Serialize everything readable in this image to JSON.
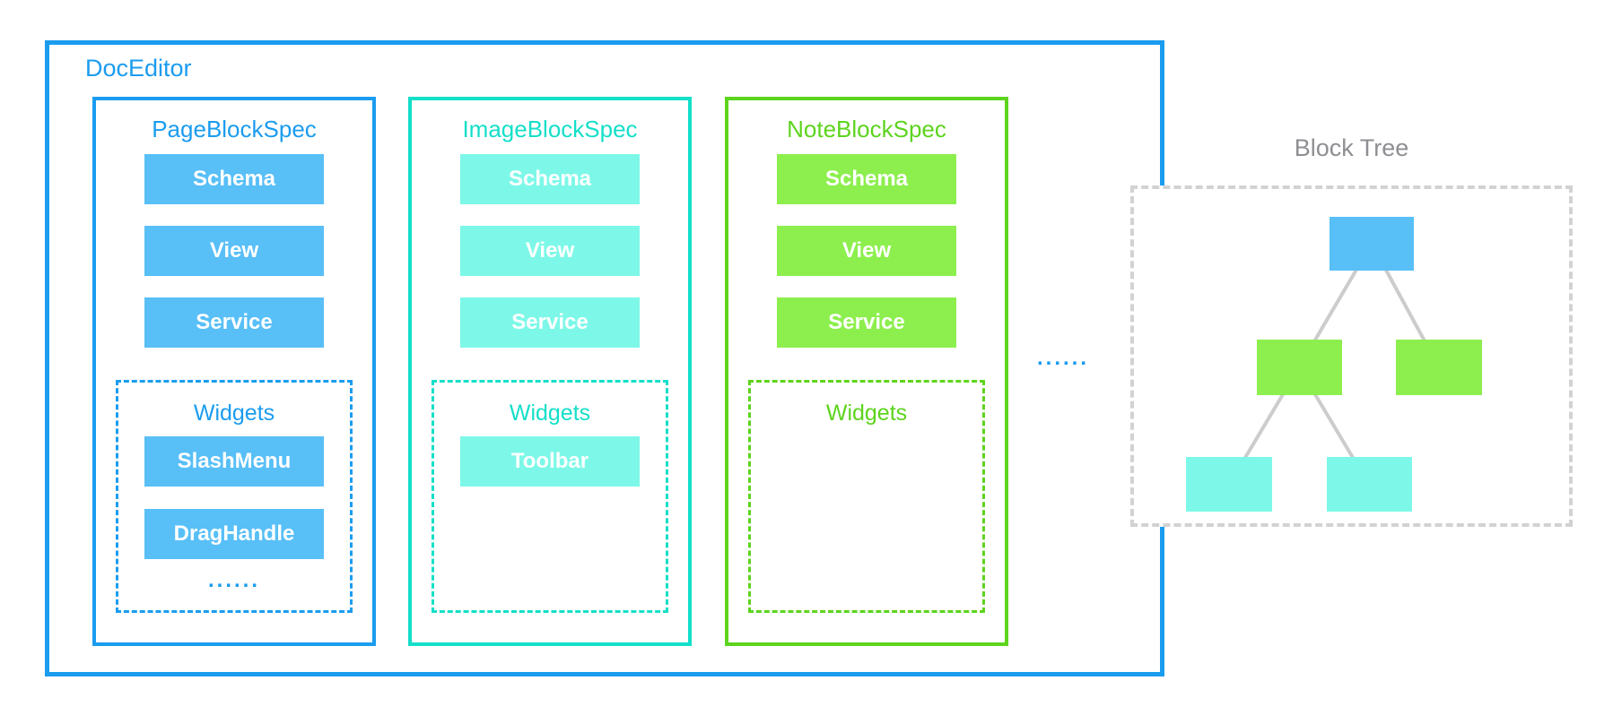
{
  "colors": {
    "blue": "#1b9cef",
    "blue_fill": "#58bff7",
    "cyan": "#14dfc9",
    "cyan_fill": "#7df8e8",
    "green": "#5dd41d",
    "green_fill": "#8def4e",
    "gray_text": "#8e8e93",
    "gray_dash": "#d2d2d2",
    "gray_line": "#cccccc"
  },
  "doc_editor": {
    "label": "DocEditor",
    "more_specs_ellipsis": "......",
    "columns": [
      {
        "title": "PageBlockSpec",
        "blocks": [
          "Schema",
          "View",
          "Service"
        ],
        "widgets": {
          "title": "Widgets",
          "items": [
            "SlashMenu",
            "DragHandle"
          ],
          "ellipsis": "......"
        }
      },
      {
        "title": "ImageBlockSpec",
        "blocks": [
          "Schema",
          "View",
          "Service"
        ],
        "widgets": {
          "title": "Widgets",
          "items": [
            "Toolbar"
          ],
          "ellipsis": ""
        }
      },
      {
        "title": "NoteBlockSpec",
        "blocks": [
          "Schema",
          "View",
          "Service"
        ],
        "widgets": {
          "title": "Widgets",
          "items": [],
          "ellipsis": ""
        }
      }
    ]
  },
  "block_tree": {
    "title": "Block Tree",
    "nodes": [
      {
        "id": "root",
        "level": 1,
        "color": "blue"
      },
      {
        "id": "child-left",
        "level": 2,
        "color": "green"
      },
      {
        "id": "child-right",
        "level": 2,
        "color": "green"
      },
      {
        "id": "leaf-left",
        "level": 3,
        "color": "cyan"
      },
      {
        "id": "leaf-right",
        "level": 3,
        "color": "cyan"
      }
    ],
    "edges": [
      [
        "root",
        "child-left"
      ],
      [
        "root",
        "child-right"
      ],
      [
        "child-left",
        "leaf-left"
      ],
      [
        "child-left",
        "leaf-right"
      ]
    ]
  }
}
